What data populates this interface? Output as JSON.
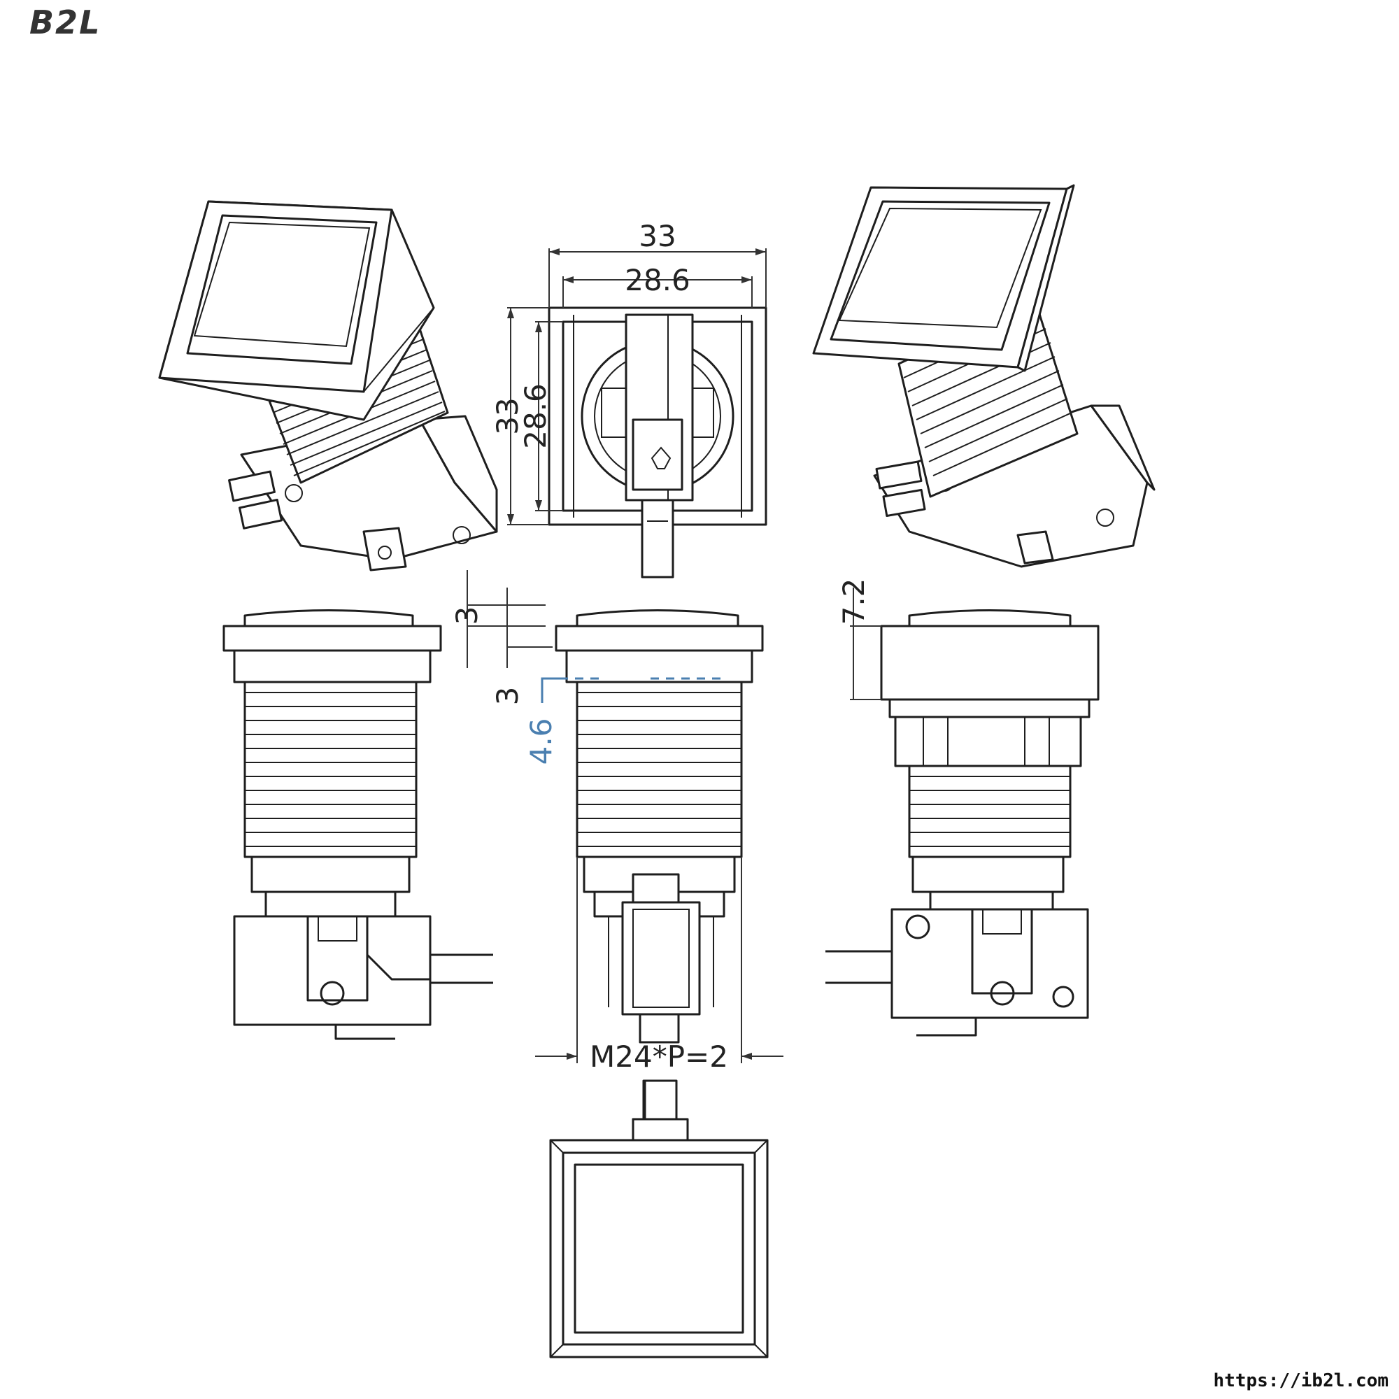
{
  "logo": "B2L",
  "url": "https://ib2l.com",
  "dimensions": {
    "top_width_outer": "33",
    "top_width_inner": "28.6",
    "top_height_outer": "33",
    "top_height_inner": "28.6",
    "cap_height_a": "3",
    "cap_height_b": "3",
    "bezel_depth": "4.6",
    "side_height": "7.2",
    "thread": "M24*P=2"
  }
}
